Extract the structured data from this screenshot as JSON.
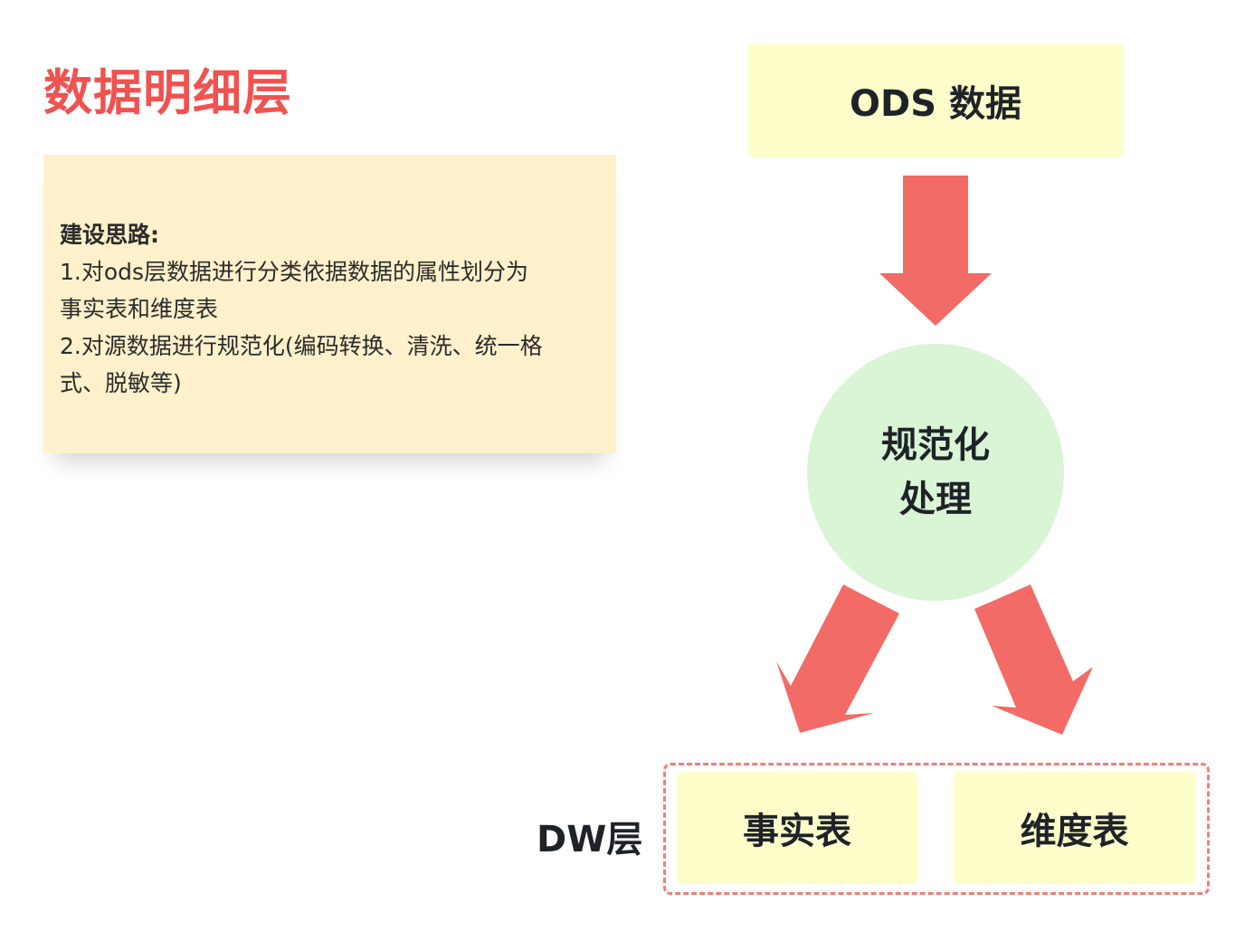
{
  "title": "数据明细层",
  "note": {
    "heading": "建设思路:",
    "lines": [
      "1.对ods层数据进行分类依据数据的属性划分为",
      "事实表和维度表",
      "2.对源数据进行规范化(编码转换、清洗、统一格",
      "式、脱敏等)"
    ]
  },
  "diagram": {
    "source": "ODS 数据",
    "process_line1": "规范化",
    "process_line2": "处理",
    "layer_label": "DW层",
    "fact_table": "事实表",
    "dimension_table": "维度表",
    "arrow_color": "#f26b66"
  }
}
